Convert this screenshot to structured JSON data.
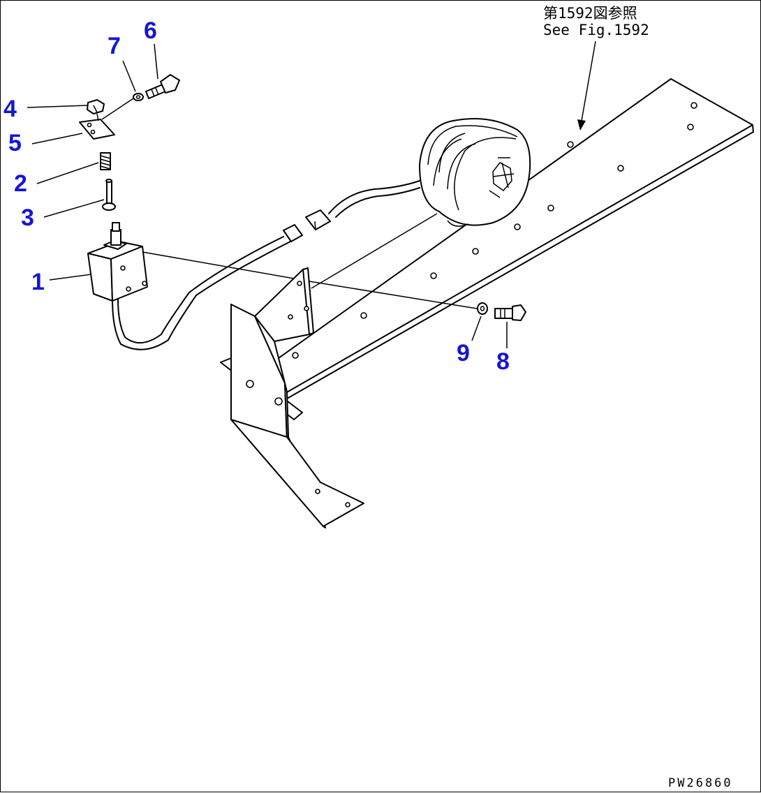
{
  "reference": {
    "line1": "第1592図参照",
    "line2": "See Fig.1592"
  },
  "callouts": [
    "1",
    "2",
    "3",
    "4",
    "5",
    "6",
    "7",
    "8",
    "9"
  ],
  "drawing_code": "PW26860"
}
